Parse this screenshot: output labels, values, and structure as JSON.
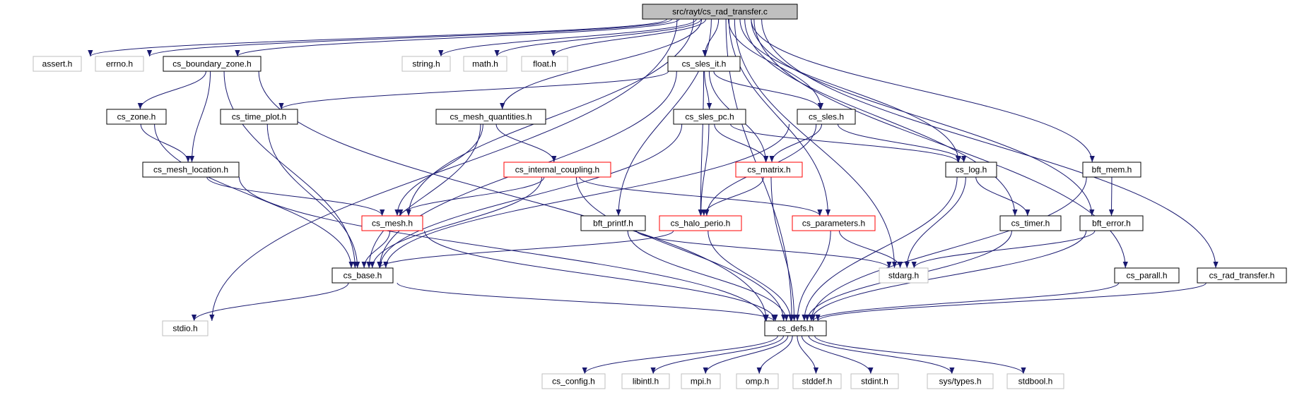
{
  "diagram": {
    "title": "src/rayt/cs_rad_transfer.c",
    "colors": {
      "edge": "#191970",
      "root_fill": "#bfbfbf",
      "normal_border": "#000000",
      "truncated_border": "#ff0000",
      "external_border": "#bfbfbf"
    },
    "nodes": [
      {
        "id": "root",
        "label": "src/rayt/cs_rad_transfer.c",
        "kind": "root"
      },
      {
        "id": "assert",
        "label": "assert.h",
        "kind": "external"
      },
      {
        "id": "errno",
        "label": "errno.h",
        "kind": "external"
      },
      {
        "id": "boundary_zone",
        "label": "cs_boundary_zone.h",
        "kind": "normal"
      },
      {
        "id": "string",
        "label": "string.h",
        "kind": "external"
      },
      {
        "id": "math",
        "label": "math.h",
        "kind": "external"
      },
      {
        "id": "float",
        "label": "float.h",
        "kind": "external"
      },
      {
        "id": "sles_it",
        "label": "cs_sles_it.h",
        "kind": "normal"
      },
      {
        "id": "zone",
        "label": "cs_zone.h",
        "kind": "normal"
      },
      {
        "id": "time_plot",
        "label": "cs_time_plot.h",
        "kind": "normal"
      },
      {
        "id": "mesh_quantities",
        "label": "cs_mesh_quantities.h",
        "kind": "normal"
      },
      {
        "id": "sles_pc",
        "label": "cs_sles_pc.h",
        "kind": "normal"
      },
      {
        "id": "sles",
        "label": "cs_sles.h",
        "kind": "normal"
      },
      {
        "id": "mesh_location",
        "label": "cs_mesh_location.h",
        "kind": "normal"
      },
      {
        "id": "internal_coupling",
        "label": "cs_internal_coupling.h",
        "kind": "truncated"
      },
      {
        "id": "matrix",
        "label": "cs_matrix.h",
        "kind": "truncated"
      },
      {
        "id": "log",
        "label": "cs_log.h",
        "kind": "normal"
      },
      {
        "id": "bft_mem",
        "label": "bft_mem.h",
        "kind": "normal"
      },
      {
        "id": "mesh",
        "label": "cs_mesh.h",
        "kind": "truncated"
      },
      {
        "id": "bft_printf",
        "label": "bft_printf.h",
        "kind": "normal"
      },
      {
        "id": "halo_perio",
        "label": "cs_halo_perio.h",
        "kind": "truncated"
      },
      {
        "id": "parameters",
        "label": "cs_parameters.h",
        "kind": "truncated"
      },
      {
        "id": "timer",
        "label": "cs_timer.h",
        "kind": "normal"
      },
      {
        "id": "bft_error",
        "label": "bft_error.h",
        "kind": "normal"
      },
      {
        "id": "base",
        "label": "cs_base.h",
        "kind": "normal"
      },
      {
        "id": "stdarg",
        "label": "stdarg.h",
        "kind": "external"
      },
      {
        "id": "parall",
        "label": "cs_parall.h",
        "kind": "normal"
      },
      {
        "id": "rad_transfer",
        "label": "cs_rad_transfer.h",
        "kind": "normal"
      },
      {
        "id": "stdio",
        "label": "stdio.h",
        "kind": "external"
      },
      {
        "id": "defs",
        "label": "cs_defs.h",
        "kind": "normal"
      },
      {
        "id": "config",
        "label": "cs_config.h",
        "kind": "external"
      },
      {
        "id": "libintl",
        "label": "libintl.h",
        "kind": "external"
      },
      {
        "id": "mpi",
        "label": "mpi.h",
        "kind": "external"
      },
      {
        "id": "omp",
        "label": "omp.h",
        "kind": "external"
      },
      {
        "id": "stddef",
        "label": "stddef.h",
        "kind": "external"
      },
      {
        "id": "stdint",
        "label": "stdint.h",
        "kind": "external"
      },
      {
        "id": "systypes",
        "label": "sys/types.h",
        "kind": "external"
      },
      {
        "id": "stdbool",
        "label": "stdbool.h",
        "kind": "external"
      }
    ],
    "edges": [
      [
        "root",
        "assert"
      ],
      [
        "root",
        "errno"
      ],
      [
        "root",
        "boundary_zone"
      ],
      [
        "root",
        "string"
      ],
      [
        "root",
        "math"
      ],
      [
        "root",
        "float"
      ],
      [
        "root",
        "sles_it"
      ],
      [
        "root",
        "mesh_quantities"
      ],
      [
        "root",
        "sles"
      ],
      [
        "root",
        "mesh"
      ],
      [
        "root",
        "bft_printf"
      ],
      [
        "root",
        "parameters"
      ],
      [
        "root",
        "log"
      ],
      [
        "root",
        "timer"
      ],
      [
        "root",
        "bft_mem"
      ],
      [
        "root",
        "bft_error"
      ],
      [
        "root",
        "stdarg"
      ],
      [
        "root",
        "parall"
      ],
      [
        "root",
        "rad_transfer"
      ],
      [
        "root",
        "stdio"
      ],
      [
        "root",
        "defs"
      ],
      [
        "boundary_zone",
        "zone"
      ],
      [
        "boundary_zone",
        "mesh_location"
      ],
      [
        "boundary_zone",
        "base"
      ],
      [
        "boundary_zone",
        "defs"
      ],
      [
        "zone",
        "mesh_location"
      ],
      [
        "zone",
        "base"
      ],
      [
        "mesh_location",
        "mesh"
      ],
      [
        "mesh_location",
        "defs"
      ],
      [
        "sles_it",
        "time_plot"
      ],
      [
        "sles_it",
        "sles_pc"
      ],
      [
        "sles_it",
        "sles"
      ],
      [
        "sles_it",
        "matrix"
      ],
      [
        "sles_it",
        "halo_perio"
      ],
      [
        "sles_it",
        "base"
      ],
      [
        "time_plot",
        "base"
      ],
      [
        "mesh_quantities",
        "internal_coupling"
      ],
      [
        "mesh_quantities",
        "mesh"
      ],
      [
        "mesh_quantities",
        "base"
      ],
      [
        "sles_pc",
        "matrix"
      ],
      [
        "sles_pc",
        "halo_perio"
      ],
      [
        "sles_pc",
        "log"
      ],
      [
        "sles_pc",
        "base"
      ],
      [
        "sles",
        "matrix"
      ],
      [
        "sles",
        "halo_perio"
      ],
      [
        "sles",
        "log"
      ],
      [
        "sles",
        "base"
      ],
      [
        "internal_coupling",
        "mesh"
      ],
      [
        "internal_coupling",
        "parameters"
      ],
      [
        "internal_coupling",
        "base"
      ],
      [
        "internal_coupling",
        "defs"
      ],
      [
        "matrix",
        "halo_perio"
      ],
      [
        "matrix",
        "defs"
      ],
      [
        "mesh",
        "base"
      ],
      [
        "mesh",
        "defs"
      ],
      [
        "halo_perio",
        "base"
      ],
      [
        "halo_perio",
        "defs"
      ],
      [
        "parameters",
        "stdarg"
      ],
      [
        "parameters",
        "defs"
      ],
      [
        "bft_printf",
        "stdarg"
      ],
      [
        "bft_printf",
        "defs"
      ],
      [
        "log",
        "timer"
      ],
      [
        "log",
        "stdarg"
      ],
      [
        "log",
        "defs"
      ],
      [
        "timer",
        "defs"
      ],
      [
        "bft_mem",
        "bft_error"
      ],
      [
        "bft_mem",
        "defs"
      ],
      [
        "bft_error",
        "stdarg"
      ],
      [
        "bft_error",
        "defs"
      ],
      [
        "parall",
        "defs"
      ],
      [
        "rad_transfer",
        "defs"
      ],
      [
        "base",
        "stdio"
      ],
      [
        "base",
        "defs"
      ],
      [
        "defs",
        "config"
      ],
      [
        "defs",
        "libintl"
      ],
      [
        "defs",
        "mpi"
      ],
      [
        "defs",
        "omp"
      ],
      [
        "defs",
        "stddef"
      ],
      [
        "defs",
        "stdint"
      ],
      [
        "defs",
        "systypes"
      ],
      [
        "defs",
        "stdbool"
      ]
    ]
  }
}
